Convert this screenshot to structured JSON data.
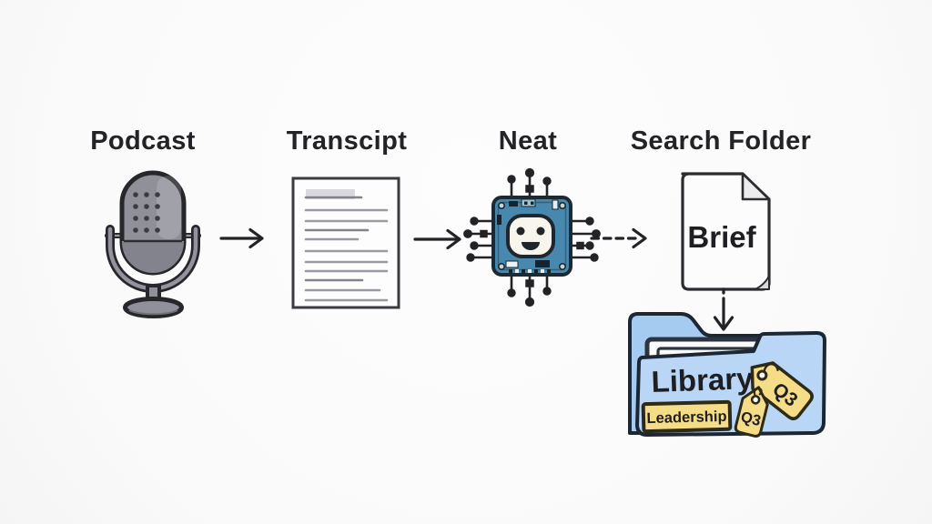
{
  "title": "Podcast to library workflow diagram",
  "colors": {
    "background": "#fafafa",
    "ink": "#232327",
    "mic_gray": "#90909a",
    "chip_blue": "#4887ae",
    "folder_blue_back": "#a6cbf1",
    "folder_blue_front": "#b9d6f6",
    "tag_yellow": "#f5dc86",
    "paper_white": "#fbfbfb"
  },
  "steps": [
    {
      "label": "Podcast",
      "icon": "microphone-icon"
    },
    {
      "label": "Transcipt",
      "icon": "transcript-document-icon"
    },
    {
      "label": "Neat",
      "icon": "ai-chip-icon"
    },
    {
      "label": "Search Folder",
      "icon": "brief-document-icon"
    }
  ],
  "arrows": [
    {
      "from": "podcast",
      "to": "transcript",
      "style": "solid"
    },
    {
      "from": "transcript",
      "to": "neat",
      "style": "solid"
    },
    {
      "from": "neat",
      "to": "search-folder",
      "style": "dashed"
    },
    {
      "from": "brief",
      "to": "library-folder",
      "style": "dashed-vertical"
    }
  ],
  "brief": {
    "label": "Brief"
  },
  "folder": {
    "title": "Library",
    "tags": [
      {
        "label": "Leadership",
        "type": "rectangular-label"
      },
      {
        "label": "Q3",
        "type": "price-tag-large"
      },
      {
        "label": "Q3",
        "type": "price-tag-small"
      }
    ]
  }
}
